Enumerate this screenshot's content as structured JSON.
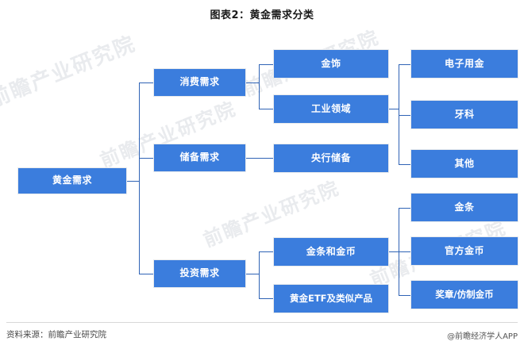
{
  "title": "图表2：黄金需求分类",
  "footer": {
    "source": "资料来源：前瞻产业研究院",
    "app": "@前瞻经济学人APP"
  },
  "colors": {
    "node_fill": "#3b7ddd",
    "node_border": "#e8eaec",
    "connector": "#2f63b5",
    "node_text": "#ffffff",
    "title_text": "#1a1a1a",
    "background": "#ffffff",
    "watermark": "#e9ebee"
  },
  "watermarks": [
    "前瞻产业研究院",
    "前瞻产业研究院",
    "前瞻产业研究院",
    "前瞻产业研究院",
    "前瞻产业研究院"
  ],
  "chart_data": {
    "type": "diagram",
    "diagram_kind": "tree",
    "orientation": "left-to-right",
    "title": "图表2：黄金需求分类",
    "levels": 4,
    "root": "黄金需求",
    "nodes": [
      {
        "id": "n0",
        "label": "黄金需求",
        "level": 0,
        "parent": null
      },
      {
        "id": "n1",
        "label": "消费需求",
        "level": 1,
        "parent": "n0"
      },
      {
        "id": "n2",
        "label": "储备需求",
        "level": 1,
        "parent": "n0"
      },
      {
        "id": "n3",
        "label": "投资需求",
        "level": 1,
        "parent": "n0"
      },
      {
        "id": "n4",
        "label": "金饰",
        "level": 2,
        "parent": "n1"
      },
      {
        "id": "n5",
        "label": "工业领域",
        "level": 2,
        "parent": "n1"
      },
      {
        "id": "n6",
        "label": "央行储备",
        "level": 2,
        "parent": "n2"
      },
      {
        "id": "n7",
        "label": "金条和金币",
        "level": 2,
        "parent": "n3"
      },
      {
        "id": "n8",
        "label": "黄金ETF及类似产品",
        "level": 2,
        "parent": "n3"
      },
      {
        "id": "n9",
        "label": "电子用金",
        "level": 3,
        "parent": "n5"
      },
      {
        "id": "n10",
        "label": "牙科",
        "level": 3,
        "parent": "n5"
      },
      {
        "id": "n11",
        "label": "其他",
        "level": 3,
        "parent": "n5"
      },
      {
        "id": "n12",
        "label": "金条",
        "level": 3,
        "parent": "n7"
      },
      {
        "id": "n13",
        "label": "官方金币",
        "level": 3,
        "parent": "n7"
      },
      {
        "id": "n14",
        "label": "奖章/仿制金币",
        "level": 3,
        "parent": "n7"
      }
    ],
    "edges": [
      {
        "from": "n0",
        "to": "n1"
      },
      {
        "from": "n0",
        "to": "n2"
      },
      {
        "from": "n0",
        "to": "n3"
      },
      {
        "from": "n1",
        "to": "n4"
      },
      {
        "from": "n1",
        "to": "n5"
      },
      {
        "from": "n2",
        "to": "n6"
      },
      {
        "from": "n3",
        "to": "n7"
      },
      {
        "from": "n3",
        "to": "n8"
      },
      {
        "from": "n5",
        "to": "n9"
      },
      {
        "from": "n5",
        "to": "n10"
      },
      {
        "from": "n5",
        "to": "n11"
      },
      {
        "from": "n7",
        "to": "n12"
      },
      {
        "from": "n7",
        "to": "n13"
      },
      {
        "from": "n7",
        "to": "n14"
      }
    ]
  }
}
